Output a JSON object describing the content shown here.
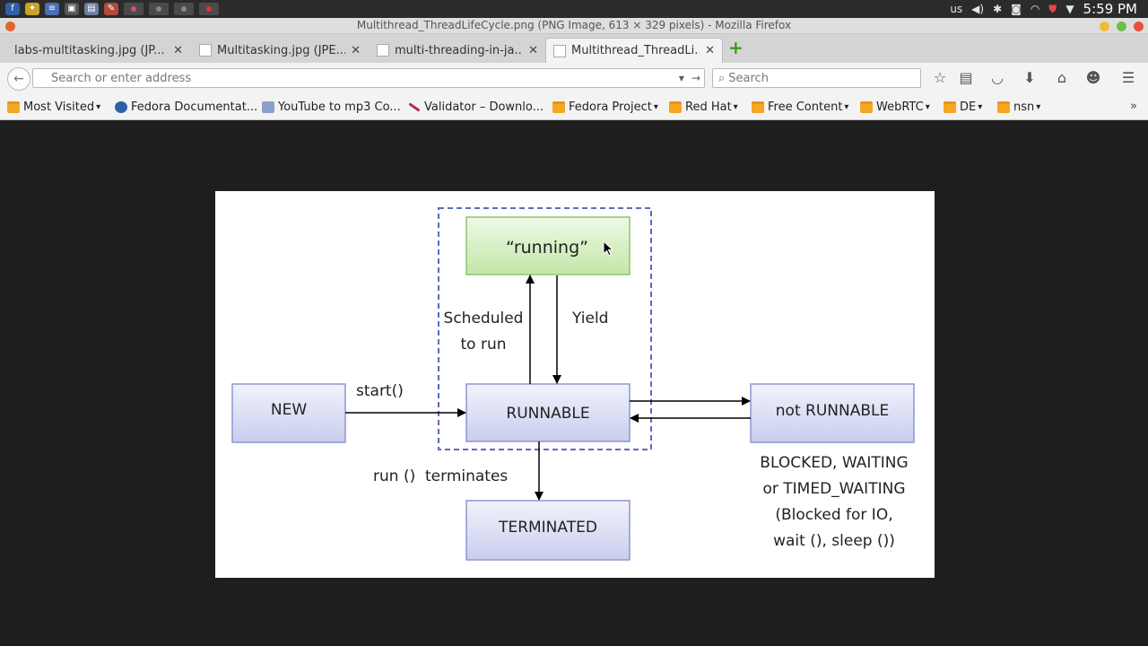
{
  "os_panel": {
    "keyboard_layout": "us",
    "clock": "5:59 PM"
  },
  "window": {
    "title": "Multithread_ThreadLifeCycle.png (PNG Image, 613 × 329 pixels) - Mozilla Firefox"
  },
  "tabs": [
    {
      "label": "labs-multitasking.jpg (JP..."
    },
    {
      "label": "Multitasking.jpg (JPE..."
    },
    {
      "label": "multi-threading-in-ja..."
    },
    {
      "label": "Multithread_ThreadLi..."
    }
  ],
  "navbar": {
    "url_placeholder": "Search or enter address",
    "search_placeholder": "Search"
  },
  "bookmarks": [
    {
      "label": "Most Visited"
    },
    {
      "label": "Fedora Documentat..."
    },
    {
      "label": "YouTube to mp3 Co..."
    },
    {
      "label": "Validator – Downlo..."
    },
    {
      "label": "Fedora Project"
    },
    {
      "label": "Red Hat"
    },
    {
      "label": "Free Content"
    },
    {
      "label": "WebRTC"
    },
    {
      "label": "DE"
    },
    {
      "label": "nsn"
    }
  ],
  "colors": {
    "state_fill": "#dfe3f6",
    "state_border": "#8e95d2",
    "running_fill": "#d6efc4",
    "running_border": "#8cc66c",
    "dashed_border": "#5c6bc0"
  },
  "diagram": {
    "states": {
      "running": "“running”",
      "new": "NEW",
      "runnable": "RUNNABLE",
      "not_runnable": "not RUNNABLE",
      "terminated": "TERMINATED"
    },
    "labels": {
      "scheduled_1": "Scheduled",
      "scheduled_2": "to run",
      "yield": "Yield",
      "start": "start()",
      "run_terminates": "run ()  terminates",
      "blocked_1": "BLOCKED, WAITING",
      "blocked_2": "or TIMED_WAITING",
      "blocked_3": "(Blocked for IO,",
      "blocked_4": "wait (), sleep ())"
    }
  }
}
